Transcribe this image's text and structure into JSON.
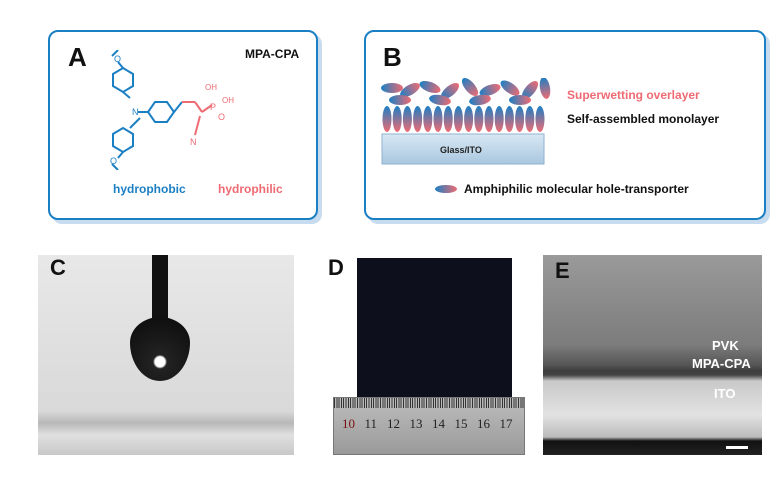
{
  "panelA": {
    "label": "A",
    "title": "MPA-CPA",
    "hydrophobic": "hydrophobic",
    "hydrophilic": "hydrophilic",
    "atoms": {
      "n": "N",
      "o1": "O",
      "o2": "O",
      "p": "P",
      "oh1": "OH",
      "oh2": "OH",
      "o3": "O",
      "n2": "N"
    }
  },
  "panelB": {
    "label": "B",
    "overlayer": "Superwetting overlayer",
    "monolayer": "Self-assembled monolayer",
    "substrate": "Glass/ITO",
    "legend": "Amphiphilic molecular hole-transporter"
  },
  "panelC": {
    "label": "C"
  },
  "panelD": {
    "label": "D",
    "ruler_ticks": [
      "10",
      "11",
      "12",
      "13",
      "14",
      "15",
      "16",
      "17"
    ]
  },
  "panelE": {
    "label": "E",
    "layers": [
      "PVK",
      "MPA-CPA",
      "ITO"
    ]
  },
  "colors": {
    "blue": "#1b7fc4",
    "red": "#ef6b73"
  }
}
